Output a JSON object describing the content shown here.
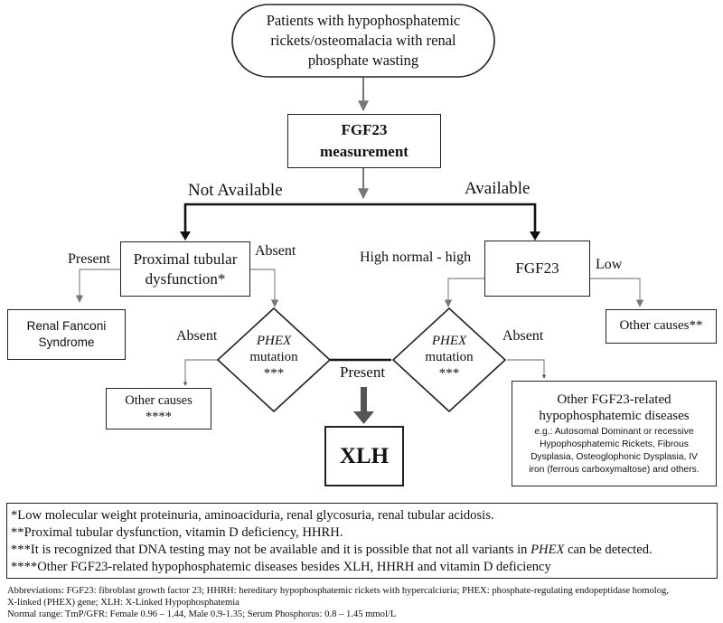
{
  "start": {
    "line1": "Patients with hypophosphatemic",
    "line2": "rickets/osteomalacia with renal",
    "line3": "phosphate wasting"
  },
  "fgf23_measurement": {
    "line1": "FGF23",
    "line2": "measurement"
  },
  "branch_labels": {
    "not_available": "Not Available",
    "available": "Available"
  },
  "proximal": {
    "line1": "Proximal tubular",
    "line2": "dysfunction*"
  },
  "proximal_labels": {
    "present": "Present",
    "absent": "Absent"
  },
  "renal_fanconi": {
    "line1": "Renal Fanconi",
    "line2": "Syndrome"
  },
  "fgf23_level": {
    "label": "FGF23"
  },
  "fgf23_labels": {
    "high": "High normal - high",
    "low": "Low"
  },
  "other_causes_low": {
    "label": "Other causes**"
  },
  "phex_left": {
    "line1": "PHEX",
    "line2": "mutation",
    "line3": "***"
  },
  "phex_right": {
    "line1": "PHEX",
    "line2": "mutation",
    "line3": "***"
  },
  "phex_labels": {
    "absent_left": "Absent",
    "absent_right": "Absent",
    "present": "Present"
  },
  "other_causes_left": {
    "line1": "Other causes",
    "line2": "****"
  },
  "xlh": {
    "label": "XLH"
  },
  "other_fgf23": {
    "title1": "Other FGF23-related",
    "title2": "hypophosphatemic diseases",
    "ex1": "e.g.: Autosomal Dominant or recessive",
    "ex2": "Hypophosphatemic Rickets, Fibrous",
    "ex3": "Dysplasia, Osteoglophonic Dysplasia, IV",
    "ex4": "iron (ferrous carboxymaltose) and others."
  },
  "notes": {
    "n1": "*Low molecular weight proteinuria, aminoaciduria, renal glycosuria, renal tubular acidosis.",
    "n2": "**Proximal tubular dysfunction, vitamin D deficiency, HHRH.",
    "n3a": "***It is recognized that DNA testing may not be available and it is possible that not all variants in ",
    "n3b": "PHEX",
    "n3c": " can be detected.",
    "n4": "****Other FGF23-related hypophosphatemic diseases besides XLH, HHRH and vitamin D deficiency"
  },
  "footer": {
    "abbr1": "Abbreviations: FGF23: fibroblast growth factor 23; HHRH: hereditary hypophosphatemic rickets with hypercalciuria; PHEX: phosphate-regulating endopeptidase homolog,",
    "abbr2": "X-linked (PHEX) gene; XLH: X-Linked Hypophosphatemia",
    "normal": "Normal range: TmP/GFR: Female 0.96 – 1.44, Male 0.9-1.35; Serum Phosphorus: 0.8 – 1.45 mmol/L"
  }
}
